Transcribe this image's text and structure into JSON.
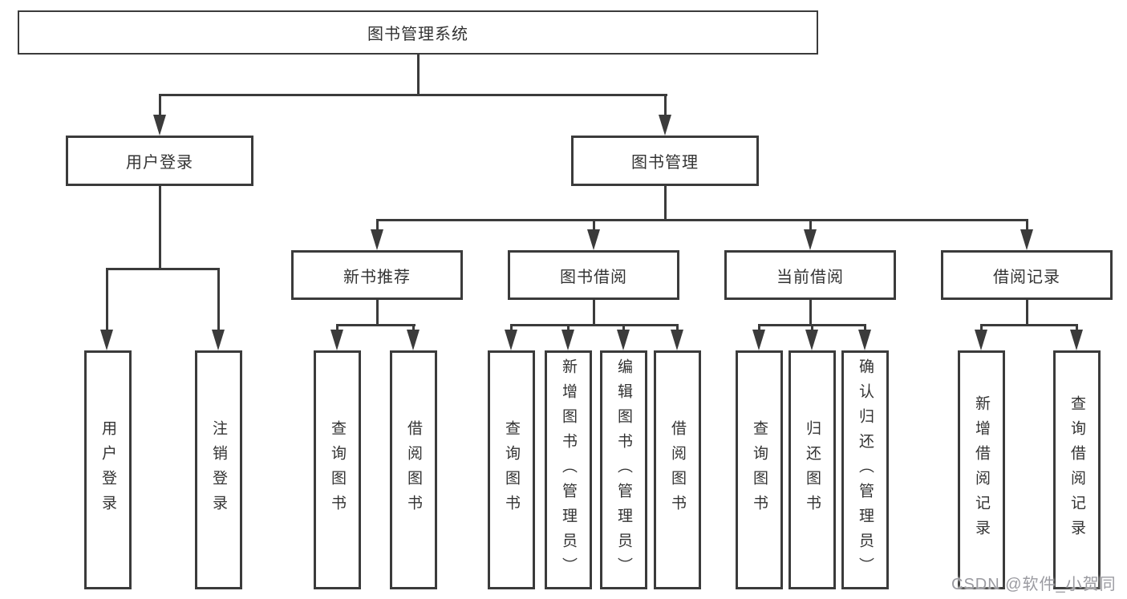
{
  "diagram": {
    "root": {
      "label": "图书管理系统"
    },
    "user_login": {
      "label": "用户登录",
      "leaves": [
        "用户登录",
        "注销登录"
      ]
    },
    "book_mgmt": {
      "label": "图书管理",
      "groups": [
        {
          "label": "新书推荐",
          "leaves": [
            "查询图书",
            "借阅图书"
          ]
        },
        {
          "label": "图书借阅",
          "leaves": [
            "查询图书",
            "新增图书（管理员）",
            "编辑图书（管理员）",
            "借阅图书"
          ]
        },
        {
          "label": "当前借阅",
          "leaves": [
            "查询图书",
            "归还图书",
            "确认归还（管理员）"
          ]
        },
        {
          "label": "借阅记录",
          "leaves": [
            "新增借阅记录",
            "查询借阅记录"
          ]
        }
      ]
    }
  },
  "watermark": "CSDN @软件_小贺同学",
  "colors": {
    "line": "#3b3b3b",
    "text": "#333333",
    "watermark": "#9b9ba1",
    "background": "#ffffff"
  }
}
